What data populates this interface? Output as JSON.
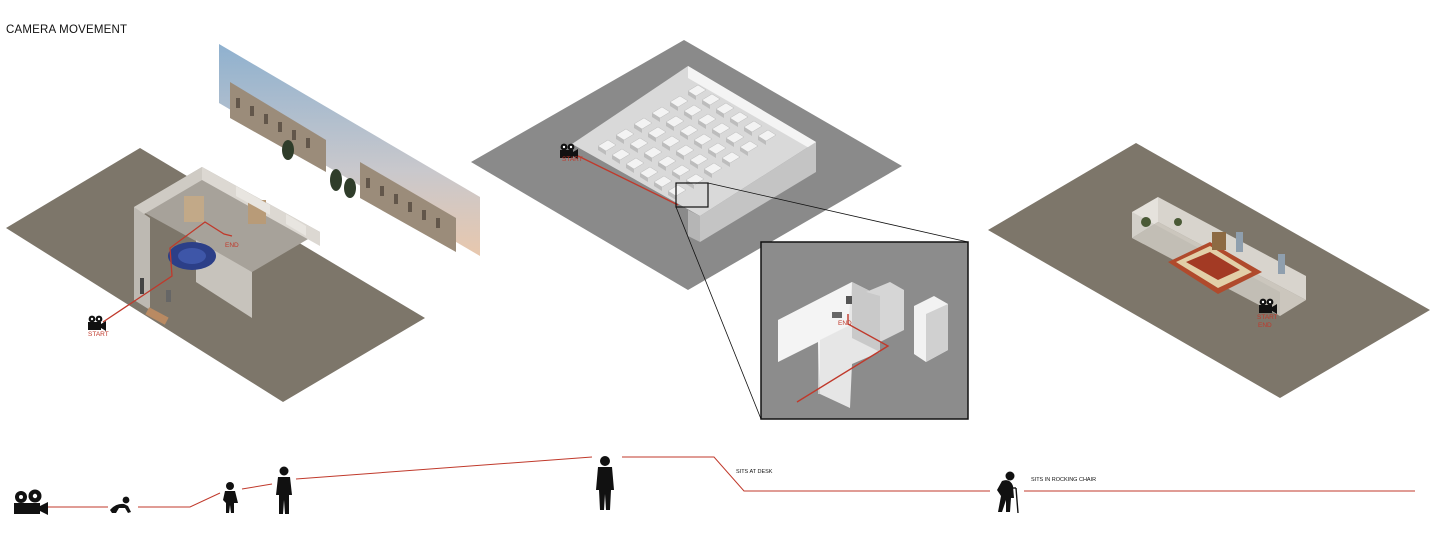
{
  "title": "CAMERA MOVEMENT",
  "scenes": [
    {
      "name": "house",
      "start_label": "START",
      "end_label": "END"
    },
    {
      "name": "office",
      "start_label": "START",
      "end_label": "END"
    },
    {
      "name": "living-room",
      "start_label": "START",
      "end_label": "END"
    }
  ],
  "timeline": {
    "annotations": [
      {
        "text": "SITS AT DESK"
      },
      {
        "text": "SITS IN ROCKING CHAIR"
      }
    ]
  },
  "colors": {
    "path": "#c0392b",
    "ground": "#7d766a",
    "office_ground": "#8a8a8a",
    "inset_bg": "#8c8c8c",
    "sky_top": "#8fb1cf",
    "sky_bottom": "#e8c8ae"
  },
  "icons": [
    "camera-icon",
    "baby-crawling-icon",
    "toddler-icon",
    "child-icon",
    "man-icon",
    "elderly-man-cane-icon"
  ]
}
